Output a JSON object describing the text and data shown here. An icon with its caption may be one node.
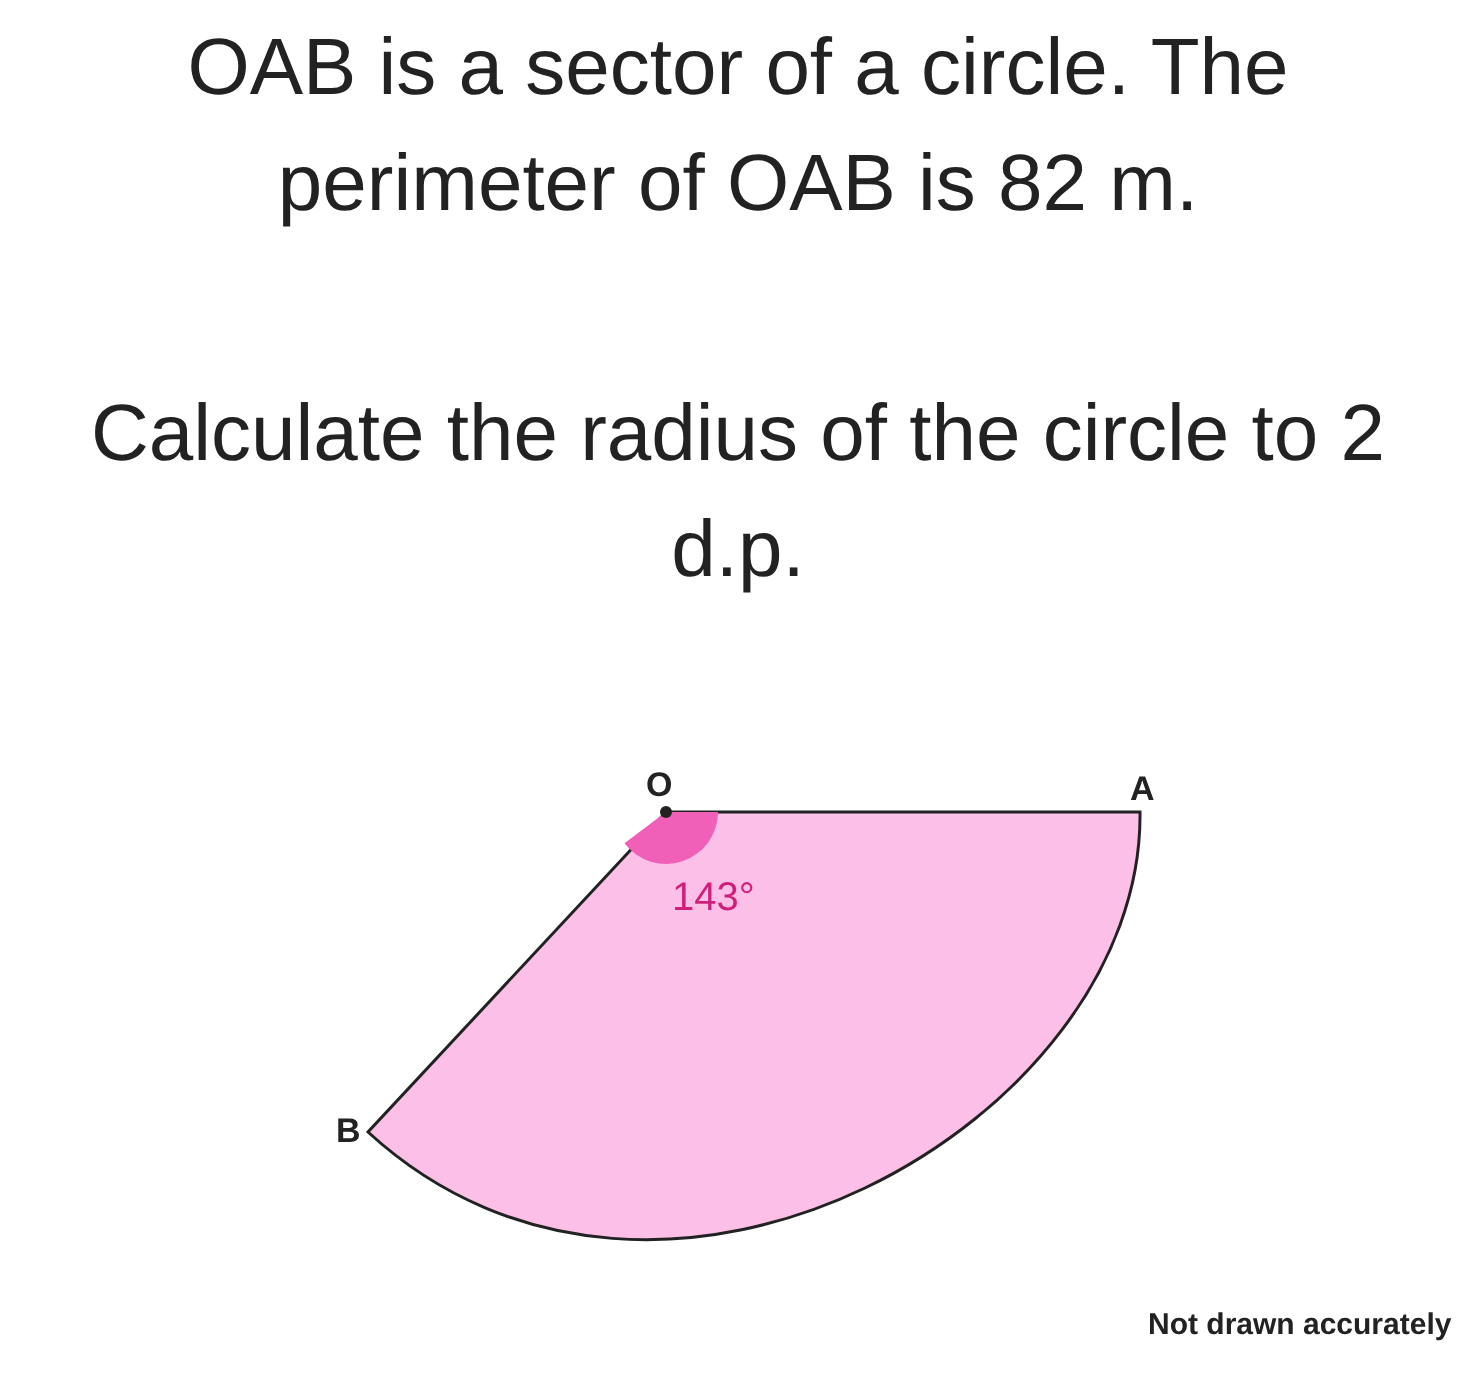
{
  "diagram": {
    "title": "OAB is a sector of a circle. The perimeter of OAB is 82 m.",
    "labels": [
      "Calculate the radius of the circle to 2 d.p.",
      "O",
      "A",
      "143°",
      "B",
      "Not drawn accurately"
    ]
  }
}
